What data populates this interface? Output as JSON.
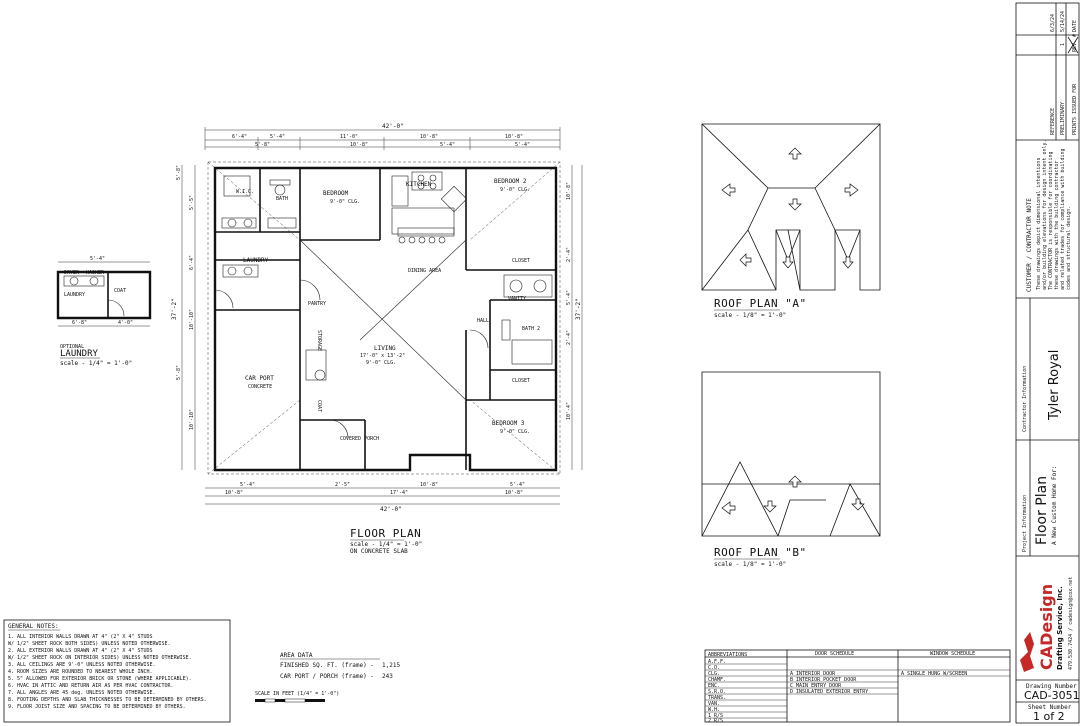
{
  "floor_plan": {
    "title": "FLOOR PLAN",
    "scale": "scale - 1/4\" = 1'-0\"",
    "note": "ON CONCRETE SLAB",
    "overall_width": "42'-0\"",
    "top_dims": [
      "6'-4\"",
      "5'-4\"",
      "11'-0\"",
      "10'-8\"",
      "10'-8\""
    ],
    "top_dims_2": [
      "5'-8\"",
      "10'-8\"",
      "5'-4\"",
      "5'-4\""
    ],
    "bottom_dims": [
      "10'-8\"",
      "17'-4\"",
      "10'-8\""
    ],
    "bottom_dims_2": [
      "5'-4\"",
      "2'-5\"",
      "10'-8\"",
      "5'-4\""
    ],
    "left_dims": [
      "5'-8\"",
      "5'-5\"",
      "6'-4\"",
      "10'-10\"",
      "5'-8\"",
      "10'-10\""
    ],
    "right_dims": [
      "10'-8\"",
      "2'-4\"",
      "5'-4\"",
      "2'-4\"",
      "10'-4\""
    ],
    "overall_depth": "37'-2\"",
    "rooms": {
      "wic": "W.I.C.",
      "bath1": "BATH",
      "bedroom1": "BEDROOM",
      "kitchen": "KITCHEN",
      "bedroom2": "BEDROOM 2",
      "dining": "DINING AREA",
      "laundry": "LAUNDRY",
      "pantry": "PANTRY",
      "storage": "STORAGE",
      "living": "LIVING",
      "living_dims": "17'-0\" x 13'-2\"",
      "hall": "HALL",
      "vanity": "VANITY",
      "bath2": "BATH 2",
      "closet": "CLOSET",
      "carport": "CAR PORT",
      "carport_sub": "CONCRETE",
      "coat": "COAT",
      "porch": "COVERED PORCH",
      "bedroom3": "BEDROOM 3",
      "ceiling": "9'-0\" CLG."
    }
  },
  "laundry_plan": {
    "optional": "OPTIONAL",
    "title": "LAUNDRY",
    "scale": "scale - 1/4\" = 1'-0\"",
    "top_dim": "5'-4\"",
    "bottom_dims": [
      "6'-8\"",
      "4'-0\""
    ],
    "rooms": [
      "LAUNDRY",
      "COAT",
      "DRYER",
      "WASHER"
    ]
  },
  "roof_a": {
    "title": "ROOF PLAN \"A\"",
    "scale": "scale - 1/8\" = 1'-0\""
  },
  "roof_b": {
    "title": "ROOF PLAN \"B\"",
    "scale": "scale - 1/8\" = 1'-0\""
  },
  "general_notes": {
    "title": "GENERAL NOTES:",
    "items": [
      "1.  ALL INTERIOR WALLS DRAWN AT 4\" (2\" X 4\" STUDS",
      "     W/ 1/2\" SHEET ROCK BOTH SIDES) UNLESS NOTED OTHERWISE.",
      "2.  ALL EXTERIOR WALLS DRAWN AT 4\" (2\" X 4\" STUDS",
      "     W/ 1/2\" SHEET ROCK ON INTERIOR SIDES) UNLESS NOTED OTHERWISE.",
      "3.  ALL CEILINGS ARE 9'-0\" UNLESS NOTED OTHERWISE.",
      "4.  ROOM SIZES ARE ROUNDED TO NEAREST WHOLE INCH.",
      "5.  5\" ALLOWED FOR EXTERIOR BRICK OR STONE (WHERE APPLICABLE).",
      "6.  HVAC IN ATTIC AND RETURN AIR AS PER HVAC CONTRACTOR.",
      "7.  ALL ANGLES ARE 45 deg. UNLESS NOTED OTHERWISE.",
      "8.  FOOTING DEPTHS AND SLAB THICKNESSES TO BE DETERMINED BY OTHERS.",
      "9.  FLOOR JOIST SIZE AND SPACING TO BE DETERMINED BY OTHERS."
    ]
  },
  "area_data": {
    "title": "AREA DATA",
    "rows": [
      {
        "label": "FINISHED SQ. FT. (frame)  -",
        "value": "1,215"
      },
      {
        "label": "CAR PORT / PORCH (frame)  -",
        "value": "243"
      }
    ],
    "scale_bar_label": "SCALE IN FEET (1/4\" = 1'-0\")"
  },
  "schedules": {
    "abbreviations_title": "ABBREVIATIONS",
    "abbreviations": [
      "A.F.F.",
      "C.O.",
      "CLG.",
      "CHAMF.",
      "ENC.",
      "S.R.O.",
      "TRANS.",
      "VAN.",
      "W.H.",
      "1 R/S",
      "2 R/S"
    ],
    "door_title": "DOOR SCHEDULE",
    "door_items": [
      "A  INTERIOR DOOR",
      "B  INTERIOR POCKET DOOR",
      "C  MAIN ENTRY DOOR",
      "D  INSULATED EXTERIOR ENTRY"
    ],
    "window_title": "WINDOW SCHEDULE",
    "window_items": [
      "A  SINGLE HUNG W/SCREEN"
    ]
  },
  "title_block": {
    "revisions": [
      {
        "label": "PRINTS ISSUED FOR",
        "date": "DATE",
        "rev": "REV. #"
      },
      {
        "label": "PRELIMINARY",
        "date": "5/14/24",
        "rev": "1"
      },
      {
        "label": "REFERENCE",
        "date": "6/3/24",
        "rev": ""
      }
    ],
    "note_title": "CUSTOMER / CONTRACTOR NOTE",
    "note_lines": [
      "These drawings depict dimensional intentions",
      "and/or building elevations for design intent only.",
      "The CONTRACTOR is responsible for coordinating",
      "these drawings with the building contractor",
      "and related trades for compliance with building",
      "codes and structural design."
    ],
    "contractor_label": "Contractor Information",
    "contractor_name": "Tyler Royal",
    "project_label": "Project Information",
    "project_title": "Floor Plan",
    "project_sub": "A New Custom Home For:",
    "company": "CADesign",
    "company_sub": "Drafting Service, Inc.",
    "company_contact": "479.530.7424 / cadesign@cox.net",
    "drawing_number_label": "Drawing Number",
    "drawing_number": "CAD-3051",
    "sheet_number_label": "Sheet Number",
    "sheet_number": "1 of 2"
  }
}
